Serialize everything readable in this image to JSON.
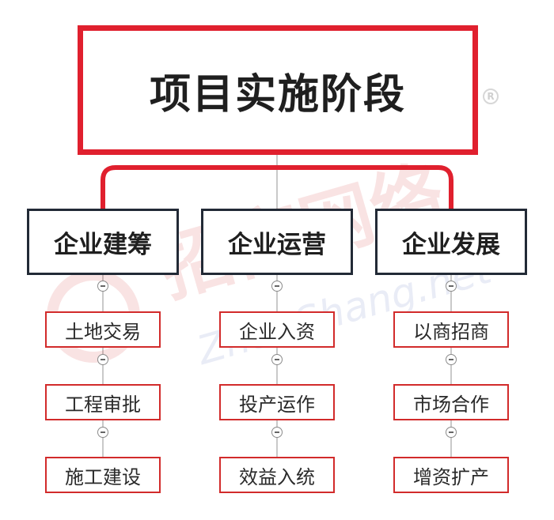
{
  "root": {
    "label": "项目实施阶段"
  },
  "branches": [
    {
      "label": "企业建筹",
      "children": [
        "土地交易",
        "工程审批",
        "施工建设"
      ]
    },
    {
      "label": "企业运营",
      "children": [
        "企业入资",
        "投产运作",
        "效益入统"
      ]
    },
    {
      "label": "企业发展",
      "children": [
        "以商招商",
        "市场合作",
        "增资扩产"
      ]
    }
  ],
  "watermark": {
    "text": "招商网络",
    "url_text": "ZhaoShang.net"
  },
  "colors": {
    "accent": "#e0202e",
    "leaf_border": "#d22b2b",
    "category_border": "#222a36",
    "text": "#1f1f1f"
  },
  "icons": {
    "collapse": "minus-circle-icon",
    "registered": "registered-trademark-icon"
  }
}
